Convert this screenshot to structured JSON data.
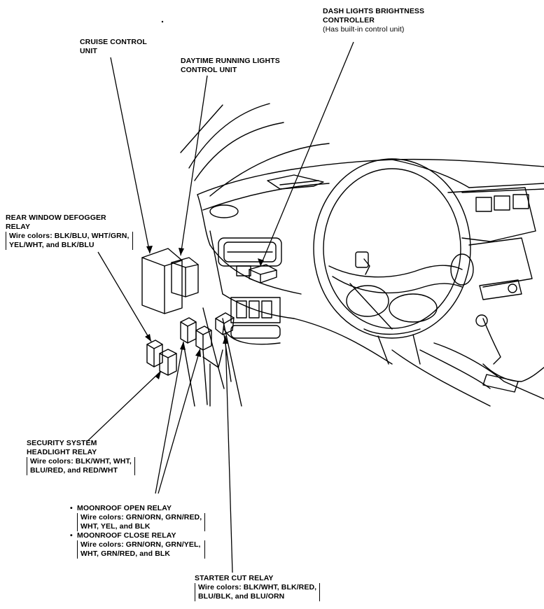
{
  "labels": {
    "dash_lights": {
      "title_line1": "DASH LIGHTS BRIGHTNESS",
      "title_line2": "CONTROLLER",
      "note": "(Has built-in control unit)"
    },
    "cruise_control": {
      "title_line1": "CRUISE CONTROL",
      "title_line2": "UNIT"
    },
    "daytime_running": {
      "title_line1": "DAYTIME RUNNING LIGHTS",
      "title_line2": "CONTROL UNIT"
    },
    "rear_window": {
      "title_line1": "REAR WINDOW DEFOGGER",
      "title_line2": "RELAY",
      "wires": [
        "Wire colors: BLK/BLU, WHT/GRN,",
        "YEL/WHT, and BLK/BLU"
      ]
    },
    "security": {
      "title_line1": "SECURITY SYSTEM",
      "title_line2": "HEADLIGHT RELAY",
      "wires": [
        "Wire colors: BLK/WHT, WHT,",
        "BLU/RED, and RED/WHT"
      ]
    },
    "moonroof": {
      "bullet": "•",
      "open_title": "MOONROOF OPEN RELAY",
      "open_wires": [
        "Wire colors: GRN/ORN, GRN/RED,",
        "WHT, YEL, and BLK"
      ],
      "close_title": "MOONROOF CLOSE RELAY",
      "close_wires": [
        "Wire colors: GRN/ORN, GRN/YEL,",
        "WHT, GRN/RED, and BLK"
      ]
    },
    "starter_cut": {
      "title": "STARTER CUT RELAY",
      "wires": [
        "Wire colors: BLK/WHT, BLK/RED,",
        "BLU/BLK, and BLU/ORN"
      ]
    }
  }
}
